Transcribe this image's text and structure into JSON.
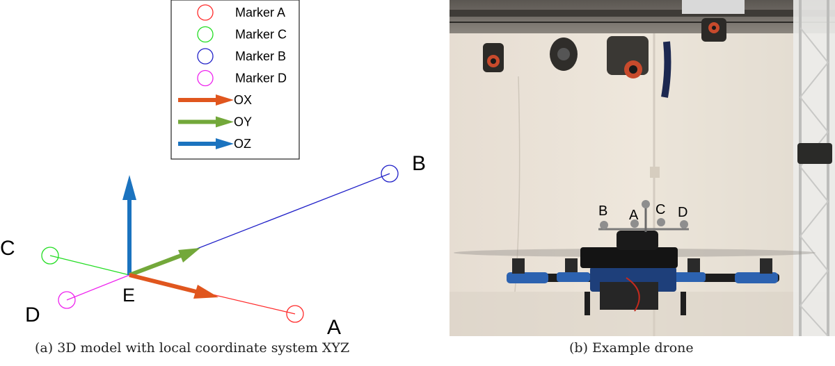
{
  "legend": {
    "items": [
      {
        "label": "Marker A",
        "color": "#ff2a2a",
        "kind": "circle"
      },
      {
        "label": "Marker C",
        "color": "#22dd22",
        "kind": "circle"
      },
      {
        "label": "Marker B",
        "color": "#2020c8",
        "kind": "circle"
      },
      {
        "label": "Marker D",
        "color": "#ee22ee",
        "kind": "circle"
      },
      {
        "label": "OX",
        "color": "#e0561e",
        "kind": "arrow"
      },
      {
        "label": "OY",
        "color": "#73a83a",
        "kind": "arrow"
      },
      {
        "label": "OZ",
        "color": "#1b73bf",
        "kind": "arrow"
      }
    ]
  },
  "model": {
    "points": {
      "A": "A",
      "B": "B",
      "C": "C",
      "D": "D",
      "E": "E"
    }
  },
  "photo": {
    "marker_labels": [
      "B",
      "A",
      "C",
      "D"
    ]
  },
  "captions": {
    "a": "(a) 3D model with local coordinate system XYZ",
    "b": "(b) Example drone"
  }
}
